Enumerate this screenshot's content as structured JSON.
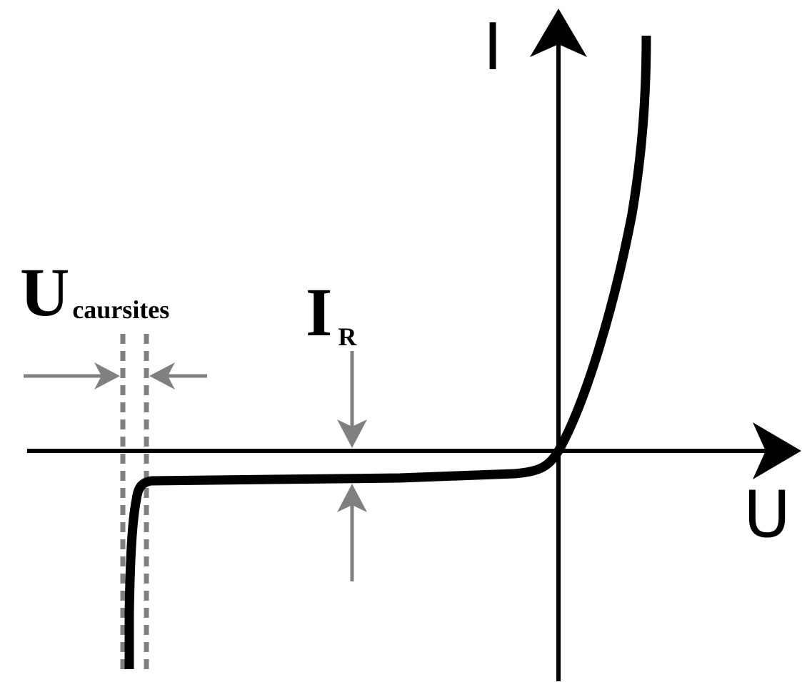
{
  "axes": {
    "y_label": "I",
    "x_label": "U"
  },
  "breakdown_voltage": {
    "symbol": "U",
    "subscript": "caursites"
  },
  "reverse_current": {
    "symbol": "I",
    "subscript": "R"
  },
  "colors": {
    "curve": "#000000",
    "axes": "#000000",
    "markers": "#808080"
  }
}
